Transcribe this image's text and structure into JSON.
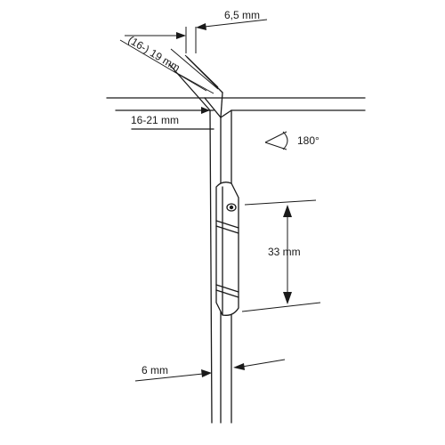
{
  "diagram": {
    "labels": {
      "top_gap": "6,5 mm",
      "thickness_small": "(16-) 19 mm",
      "thickness_range": "16-21 mm",
      "rotation": "180°",
      "hinge_length": "33 mm",
      "bottom_gap": "6 mm"
    }
  }
}
